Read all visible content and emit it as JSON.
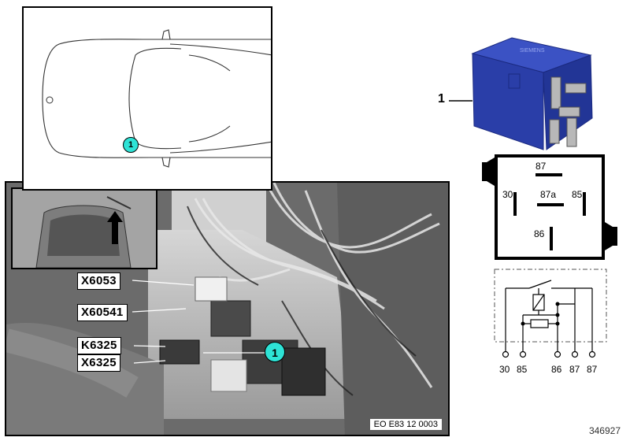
{
  "car_diagram": {
    "callout_label": "1"
  },
  "photo": {
    "labels": [
      "X6053",
      "X60541",
      "K6325",
      "X6325"
    ],
    "callout_label": "1",
    "caption": "EO E83 12 0003"
  },
  "relay": {
    "item_number": "1",
    "pins": {
      "p87": "87",
      "p30": "30",
      "p87a": "87a",
      "p85": "85",
      "p86": "86"
    },
    "color": "#2f45b5"
  },
  "schematic": {
    "terminals": [
      "30",
      "85",
      "86",
      "87",
      "87"
    ]
  },
  "doc_number": "346927"
}
